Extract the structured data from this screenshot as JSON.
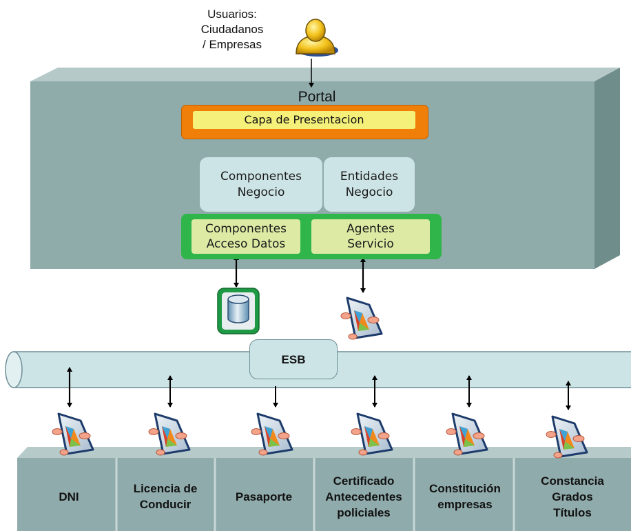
{
  "users": {
    "label": "Usuarios:\nCiudadanos\n/ Empresas"
  },
  "portal": {
    "title": "Portal",
    "presentation_layer": "Capa de Presentacion",
    "business_components": "Componentes\nNegocio",
    "business_entities": "Entidades\nNegocio",
    "data_access_components": "Componentes\nAcceso Datos",
    "service_agents": "Agentes\nServicio"
  },
  "esb": {
    "label": "ESB"
  },
  "systems": [
    {
      "label": "DNI"
    },
    {
      "label": "Licencia de\nConducir"
    },
    {
      "label": "Pasaporte"
    },
    {
      "label": "Certificado\nAntecedentes\npoliciales"
    },
    {
      "label": "Constitución\nempresas"
    },
    {
      "label": "Constancia\nGrados\nTítulos"
    }
  ],
  "colors": {
    "portal_front": "#8fabaa",
    "portal_top": "#b4c9c8",
    "portal_side": "#6f8d8b",
    "presentation_outer": "#f07f0a",
    "presentation_inner": "#f4f07a",
    "light_box": "#cde4e6",
    "data_outer": "#2fb54a",
    "data_inner": "#ddeaa4",
    "esb_pipe": "#cde4e6",
    "system_front": "#90abab"
  },
  "icons": [
    "user-icon",
    "database-icon",
    "service-agent-icon"
  ]
}
